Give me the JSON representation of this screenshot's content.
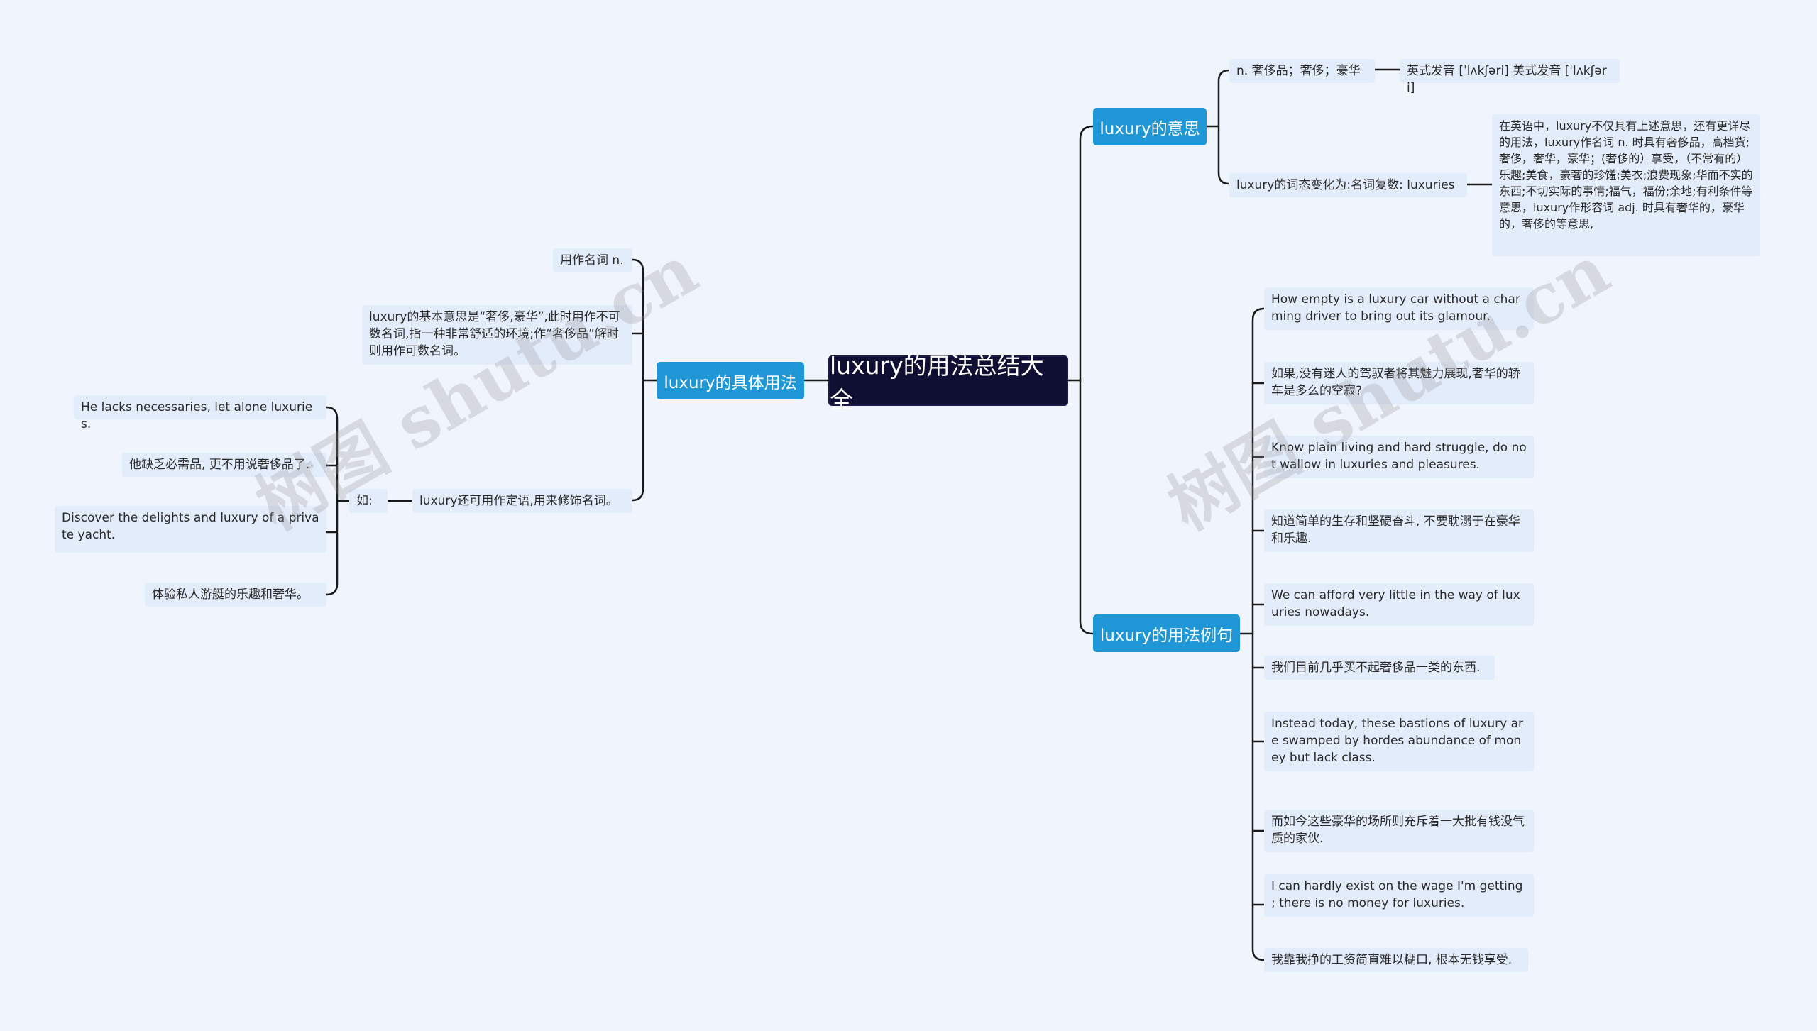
{
  "root": {
    "label": "luxury的用法总结大全"
  },
  "branches": {
    "meaning": {
      "label": "luxury的意思"
    },
    "usage": {
      "label": "luxury的具体用法"
    },
    "examples": {
      "label": "luxury的用法例句"
    }
  },
  "meaning": {
    "pos": "n. 奢侈品；奢侈；豪华",
    "pron": "英式发音 [ˈlʌkʃəri] 美式发音 [ˈlʌkʃəri]",
    "inflection": "luxury的词态变化为:名词复数: luxuries",
    "detail": "在英语中，luxury不仅具有上述意思，还有更详尽的用法，luxury作名词 n. 时具有奢侈品，高档货;奢侈，奢华，豪华；(奢侈的）享受，（不常有的）乐趣;美食，豪奢的珍馐;美衣;浪费现象;华而不实的东西;不切实际的事情;福气，福份;余地;有利条件等意思，luxury作形容词 adj. 时具有奢华的，豪华的，奢侈的等意思,"
  },
  "usage": {
    "noun": "用作名词 n.",
    "basic": "luxury的基本意思是“奢侈,豪华”,此时用作不可数名词,指一种非常舒适的环境;作“奢侈品”解时则用作可数名词。",
    "attrib": "luxury还可用作定语,用来修饰名词。",
    "eg": "如:",
    "ex1_en": "He lacks necessaries, let alone luxuries.",
    "ex1_zh": "他缺乏必需品, 更不用说奢侈品了.",
    "ex2_en": "Discover the delights and luxury of a private yacht.",
    "ex2_zh": "体验私人游艇的乐趣和奢华。"
  },
  "examples": [
    "How empty is a luxury car without a charming driver to bring out its glamour.",
    "如果,没有迷人的驾驭者将其魅力展现,奢华的轿车是多么的空寂?",
    "Know plain living and hard struggle, do not wallow in luxuries and pleasures.",
    "知道简单的生存和坚硬奋斗, 不要耽溺于在豪华和乐趣.",
    "We can afford very little in the way of luxuries nowadays.",
    "我们目前几乎买不起奢侈品一类的东西.",
    "Instead today, these bastions of luxury are swamped by hordes abundance of money but lack class.",
    "而如今这些豪华的场所则充斥着一大批有钱没气质的家伙.",
    "I can hardly exist on the wage I'm getting ; there is no money for luxuries.",
    "我靠我挣的工资简直难以糊口, 根本无钱享受."
  ],
  "watermark": {
    "text": "树图 shutu.cn"
  },
  "colors": {
    "root": "#0f0f33",
    "branch": "#1f97d6",
    "leaf": "#e3ecfb",
    "line": "#1a1a1a",
    "background": "#eff4fd"
  }
}
